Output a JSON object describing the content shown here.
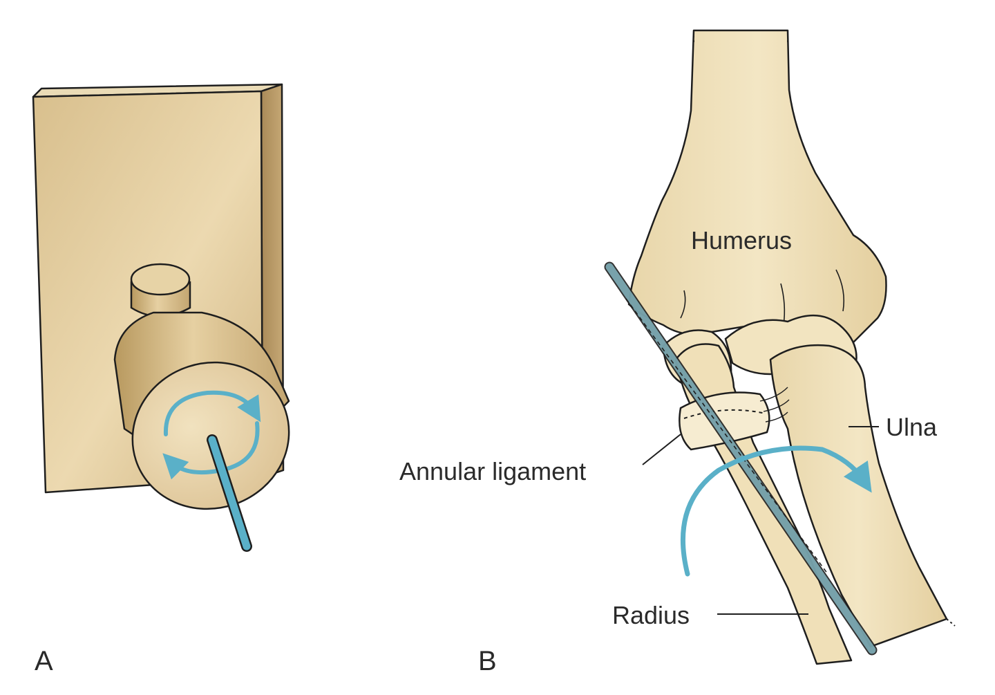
{
  "panels": {
    "a": {
      "letter": "A"
    },
    "b": {
      "letter": "B"
    }
  },
  "labels": {
    "humerus": "Humerus",
    "ulna": "Ulna",
    "annular_ligament": "Annular ligament",
    "radius": "Radius"
  },
  "colors": {
    "model": "#e2cc9f",
    "model_shadow": "#b99c68",
    "bone": "#efdfb6",
    "bone_shadow": "#dcc797",
    "axis": "#5ab0c8",
    "outline": "#1e1e1e",
    "label_text": "#2a2a2a"
  }
}
